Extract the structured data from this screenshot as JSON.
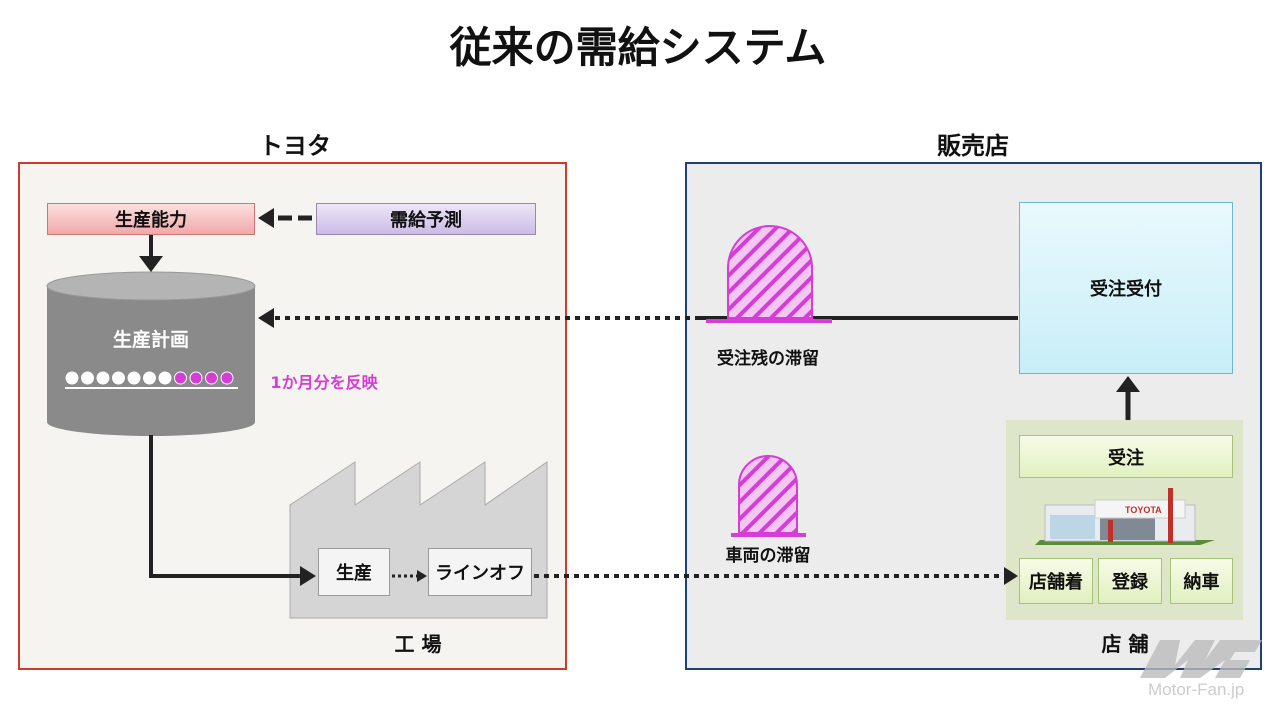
{
  "title": "従来の需給システム",
  "toyota": {
    "label": "トヨタ",
    "capacity": "生産能力",
    "forecast": "需給予測",
    "plan": "生産計画",
    "plan_note": "1か月分を反映",
    "dots_white": 7,
    "dots_magenta": 4,
    "factory_label": "工 場",
    "produce": "生産",
    "lineoff": "ラインオフ"
  },
  "dealer": {
    "label": "販売店",
    "order_reception": "受注受付",
    "backlog": "受注残の滞留",
    "vehicle_stock": "車両の滞留",
    "order": "受注",
    "store_arrival": "店舗着",
    "registration": "登録",
    "delivery": "納車",
    "store_label": "店 舗",
    "building_sign": "TOYOTA"
  },
  "watermark": "Motor-Fan.jp",
  "colors": {
    "toyota_border": "#d23b2a",
    "dealer_border": "#1e3f7c",
    "magenta": "#d63cd6"
  }
}
